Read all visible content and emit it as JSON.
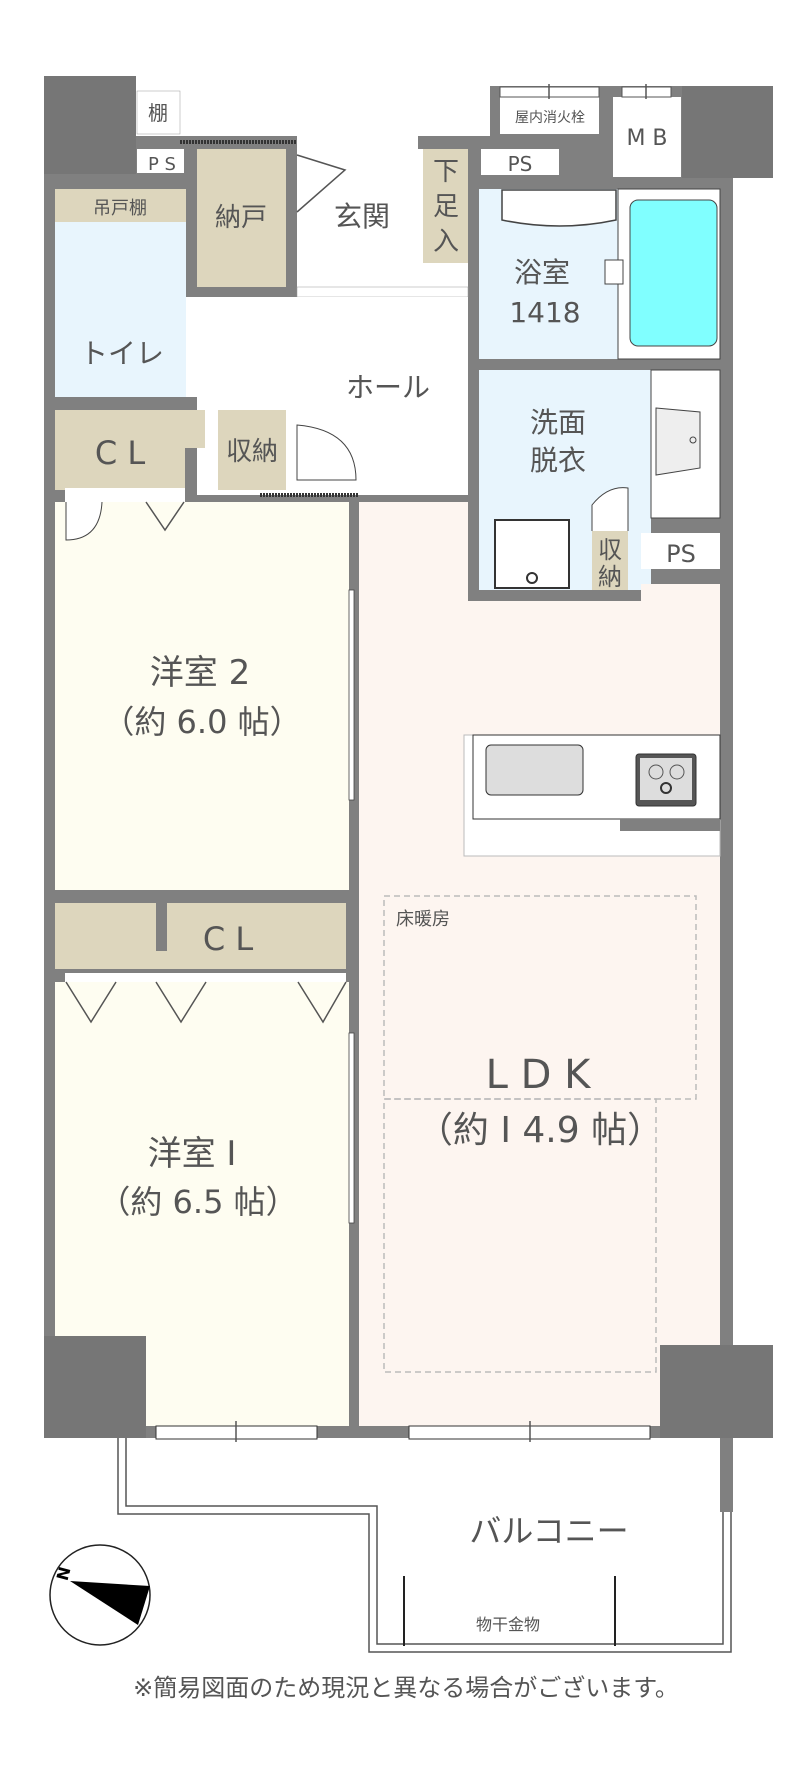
{
  "rooms": {
    "shelf": "棚",
    "ps_top_left": "P S",
    "hanging_cupboard": "吊戸棚",
    "storeroom": "納戸",
    "entrance": "玄関",
    "shoe_box": [
      "下",
      "足",
      "入"
    ],
    "fire_hydrant": "屋内消火栓",
    "mb": "M B",
    "ps_top_right": "PS",
    "bathroom": [
      "浴室",
      "1418"
    ],
    "toilet": "トイレ",
    "hall": "ホール",
    "washroom": [
      "洗面",
      "脱衣"
    ],
    "closet_top": "C L",
    "storage_hall": "収納",
    "storage_wash": [
      "収",
      "納"
    ],
    "ps_right": "PS",
    "bedroom2": [
      "洋室 2",
      "（約 6.0 帖）"
    ],
    "closet_mid": "C L",
    "bedroom1": [
      "洋室 I",
      "（約 6.5 帖）"
    ],
    "floor_heating": "床暖房",
    "ldk": [
      "L D K",
      "（約 I 4.9 帖）"
    ],
    "balcony": "バルコニー",
    "drying_rack": "物干金物"
  },
  "compass": {
    "icon": "north-arrow-icon",
    "label": "N"
  },
  "footer_note": "※簡易図面のため現況と異なる場合がございます。",
  "colors": {
    "wall": "#808080",
    "storage": "#ddd6bd",
    "wet_area": "#e8f5fd",
    "bedroom": "#fefdf1",
    "ldk": "#fdf5f0",
    "bathtub": "#80ffff"
  }
}
